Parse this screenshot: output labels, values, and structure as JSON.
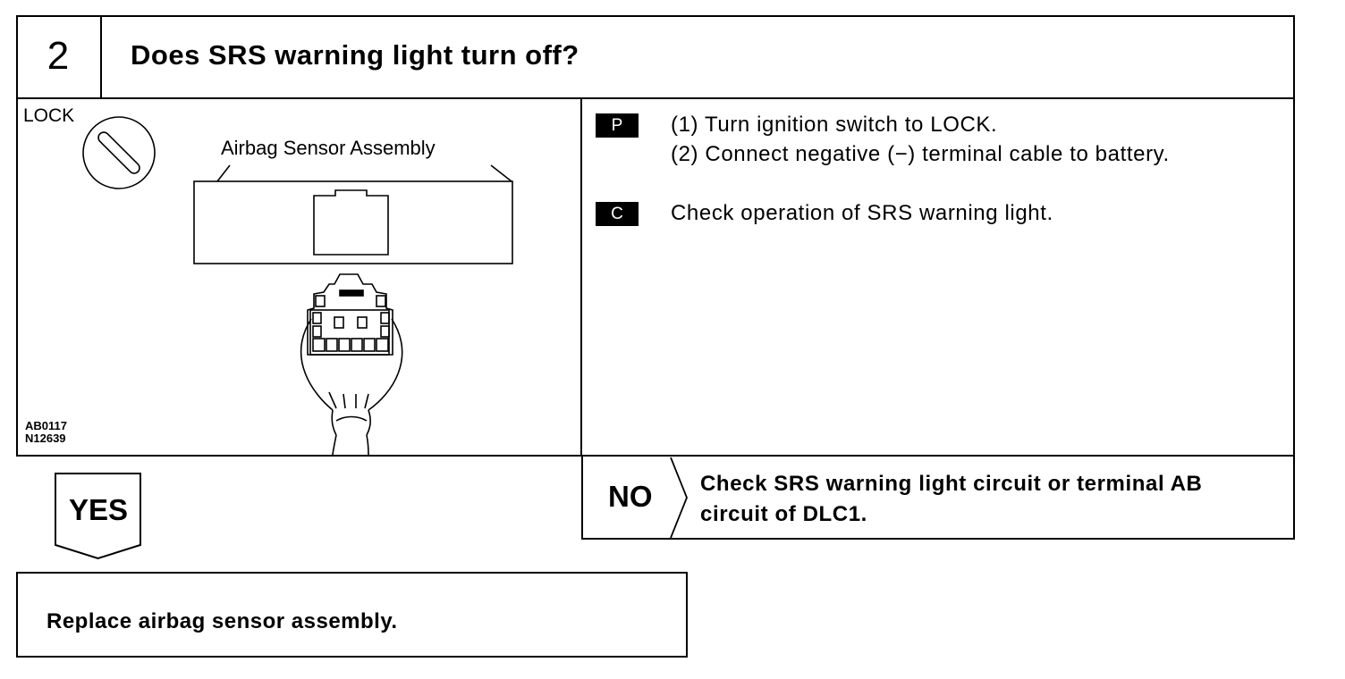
{
  "header": {
    "step_number": "2",
    "title": "Does SRS warning light turn off?"
  },
  "illustration": {
    "lock_label": "LOCK",
    "component_label": "Airbag Sensor Assembly",
    "figure_codes": [
      "AB0117",
      "N12639"
    ]
  },
  "instructions": {
    "prepare": {
      "tag": "P",
      "steps": [
        "(1) Turn ignition switch to LOCK.",
        "(2) Connect negative (−) terminal cable to battery."
      ]
    },
    "check": {
      "tag": "C",
      "text": "Check operation of SRS warning light."
    }
  },
  "no_branch": {
    "label": "NO",
    "lines": [
      "Check SRS warning light circuit or terminal AB",
      "circuit of DLC1."
    ]
  },
  "yes_branch": {
    "label": "YES",
    "result": "Replace airbag sensor assembly."
  }
}
